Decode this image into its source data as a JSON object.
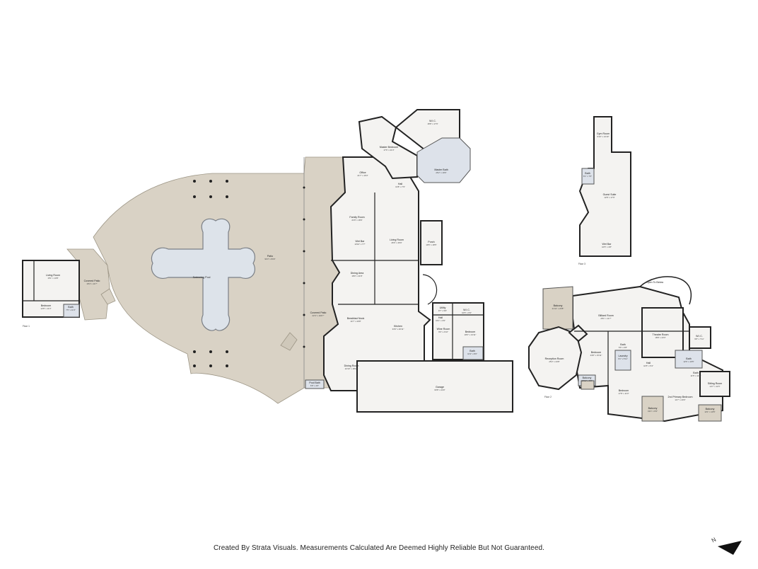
{
  "footer": {
    "credit": "Created By Strata Visuals. Measurements Calculated Are Deemed Highly Reliable But Not Guaranteed."
  },
  "compass": {
    "label": "N"
  },
  "floors": {
    "floor1": {
      "label": "Floor 1",
      "rooms": [
        {
          "id": "living-room",
          "name": "Living Room",
          "size": "15'1\" x 13'8\""
        },
        {
          "id": "bedroom-guest",
          "name": "Bedroom",
          "size": "12'8\" x 11'3\""
        },
        {
          "id": "bath-guest",
          "name": "Bath",
          "size": "7'5\" x 11'3\""
        },
        {
          "id": "covered-patio-guest",
          "name": "Covered Patio",
          "size": "18'4\" x 11'7\""
        },
        {
          "id": "swimming-pool",
          "name": "Swimming Pool",
          "size": ""
        },
        {
          "id": "patio",
          "name": "Patio",
          "size": "94'3\" x 84'0\""
        },
        {
          "id": "covered-patio-main",
          "name": "Covered Patio",
          "size": "22'4\" x 104'7\""
        },
        {
          "id": "master-bedroom",
          "name": "Master Bedroom",
          "size": "17'6\" x 21'3\""
        },
        {
          "id": "wic-master",
          "name": "W.I.C.",
          "size": "18'8\" x 17'9\""
        },
        {
          "id": "master-bath",
          "name": "Master Bath",
          "size": "26'2\" x 19'6\""
        },
        {
          "id": "office",
          "name": "Office",
          "size": "21'7\" x 16'3\""
        },
        {
          "id": "hall-1",
          "name": "Hall",
          "size": "13'8\" x 7'9\""
        },
        {
          "id": "family-room",
          "name": "Family Room",
          "size": "21'8\" x 18'9\""
        },
        {
          "id": "wet-bar",
          "name": "Wet Bar",
          "size": "13'10\" x 7'7\""
        },
        {
          "id": "living-room-main",
          "name": "Living Room",
          "size": "26'6\" x 46'9\""
        },
        {
          "id": "porch",
          "name": "Porch",
          "size": "19'6\" x 18'5\""
        },
        {
          "id": "dining-area",
          "name": "Dining Area",
          "size": "18'9\" x 21'8\""
        },
        {
          "id": "breakfast-nook",
          "name": "Breakfast Nook",
          "size": "14'7\" x 20'8\""
        },
        {
          "id": "kitchen",
          "name": "Kitchen",
          "size": "33'9\" x 26'11\""
        },
        {
          "id": "dining-room",
          "name": "Dining Room",
          "size": "22'10\" x 18'10\""
        },
        {
          "id": "garage",
          "name": "Garage",
          "size": "60'8\" x 24'0\""
        },
        {
          "id": "bedroom-1",
          "name": "Bedroom",
          "size": "18'0\" x 13'11\""
        },
        {
          "id": "wine-room",
          "name": "Wine Room",
          "size": "9'0\" x 4'10\""
        },
        {
          "id": "utility",
          "name": "Utility",
          "size": "9'7\" x 9'9\""
        },
        {
          "id": "wic-1",
          "name": "W.I.C.",
          "size": "10'5\" x 6'9\""
        },
        {
          "id": "hall-2",
          "name": "Hall",
          "size": "15'1\" x 3'9\""
        },
        {
          "id": "bath-1",
          "name": "Bath",
          "size": "10'2\" x 8'0\""
        },
        {
          "id": "pool-bath",
          "name": "Pool Bath",
          "size": "6'8\" x 4'6\""
        }
      ]
    },
    "floor2": {
      "label": "Floor 2",
      "rooms": [
        {
          "id": "billiard-room",
          "name": "Billiard Room",
          "size": "28'1\" x 11'7\""
        },
        {
          "id": "open-to-below",
          "name": "Open To Below",
          "size": ""
        },
        {
          "id": "balcony-1",
          "name": "Balcony",
          "size": "21'11\" x 20'8\""
        },
        {
          "id": "reception-room",
          "name": "Reception Room",
          "size": "25'2\" x 24'8\""
        },
        {
          "id": "bedroom-2",
          "name": "Bedroom",
          "size": "23'8\" x 15'11\""
        },
        {
          "id": "theatre-room",
          "name": "Theatre Room",
          "size": "18'8\" x 23'3\""
        },
        {
          "id": "wic-2",
          "name": "W.I.C.",
          "size": "9'8\" x 7'11\""
        },
        {
          "id": "bath-2",
          "name": "Bath",
          "size": "12'6\" x 10'5\""
        },
        {
          "id": "hall-3",
          "name": "Hall",
          "size": "10'5\" x 5'4\""
        },
        {
          "id": "bath-3",
          "name": "Bath",
          "size": "6'6\" x 6'8\""
        },
        {
          "id": "laundry",
          "name": "Laundry",
          "size": "9'1\" x 5'11\""
        },
        {
          "id": "balcony-2",
          "name": "Balcony",
          "size": "10'11\" x 3'8\""
        },
        {
          "id": "bedroom-3",
          "name": "Bedroom",
          "size": "17'8\" x 11'0\""
        },
        {
          "id": "balcony-3",
          "name": "Balcony",
          "size": "19'1\" x 6'9\""
        },
        {
          "id": "2nd-primary-bedroom",
          "name": "2nd Primary Bedroom",
          "size": "14'7\" x 20'0\""
        },
        {
          "id": "balcony-4",
          "name": "Balcony",
          "size": "13'1\" x 10'5\""
        },
        {
          "id": "sitting-room",
          "name": "Sitting Room",
          "size": "14'7\" x 11'5\""
        },
        {
          "id": "bath-4",
          "name": "Bath",
          "size": "11'5\" x 11'4\""
        }
      ]
    },
    "floor3": {
      "label": "Floor 3",
      "rooms": [
        {
          "id": "gym-room",
          "name": "Gym Room",
          "size": "9'10\" x 14'10\""
        },
        {
          "id": "bath-5",
          "name": "Bath",
          "size": "6'1\" x 7'6\""
        },
        {
          "id": "guest-suite",
          "name": "Guest Suite",
          "size": "12'8\" x 17'9\""
        },
        {
          "id": "wet-bar-3",
          "name": "Wet Bar",
          "size": "10'5\" x 4'8\""
        }
      ]
    }
  }
}
